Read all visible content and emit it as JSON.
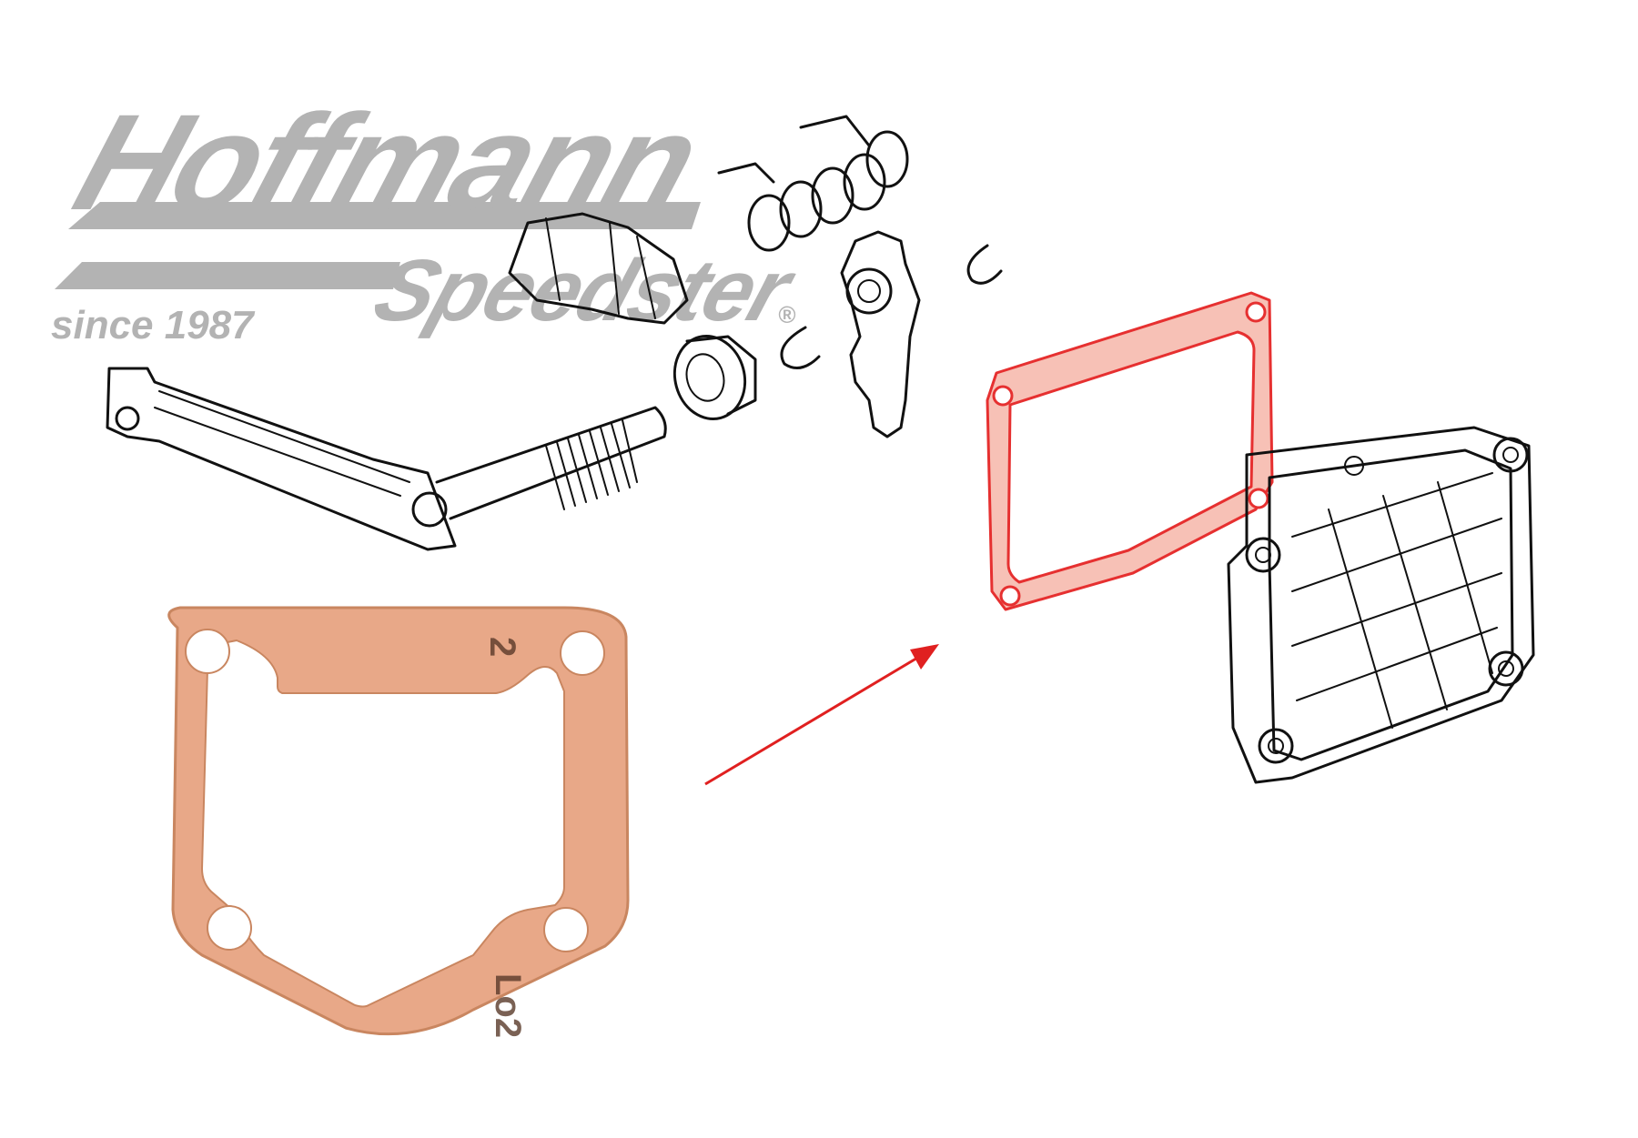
{
  "logo": {
    "brand": "Hoffmann",
    "sub": "Speedster",
    "registered": "®",
    "tagline": "since 1987",
    "color": "#b3b3b3"
  },
  "gasket_print": {
    "top_mark": "2",
    "bottom_mark": "Lo2"
  },
  "colors": {
    "gasket_photo_fill": "#e8a888",
    "gasket_photo_edge": "#c98660",
    "highlight": "#e63030",
    "highlight_fill": "#f7c1b6",
    "arrow": "#e02020",
    "line_art": "#111111"
  }
}
